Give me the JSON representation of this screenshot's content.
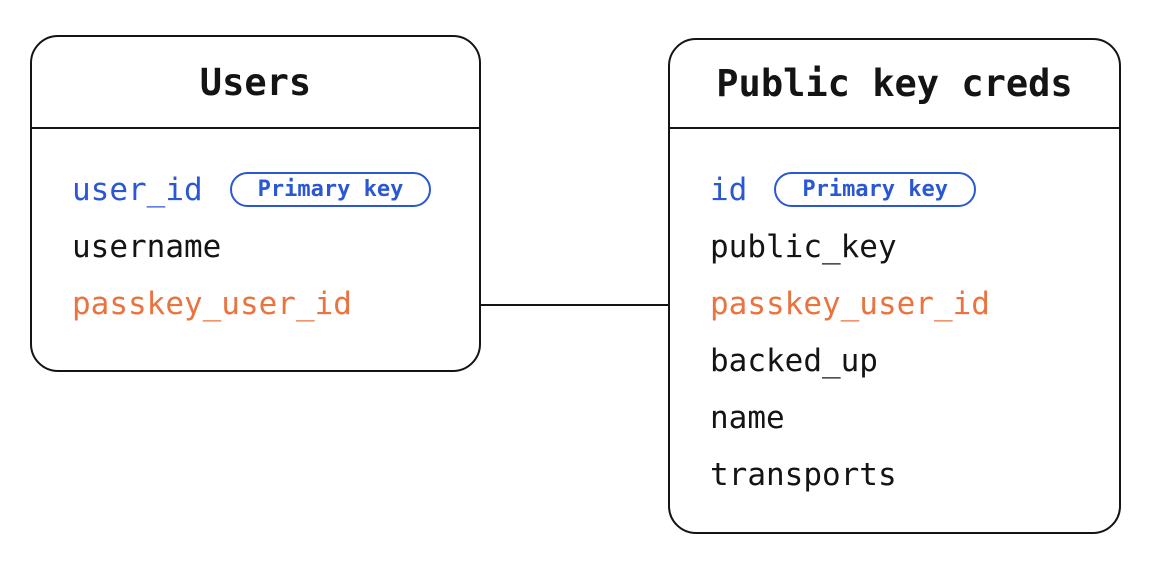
{
  "colors": {
    "background": "#ffffff",
    "line": "#141414",
    "text_default": "#141414",
    "primary_key_blue": "#2a58d4",
    "linked_field_orange": "#ea7340"
  },
  "tables": [
    {
      "title": "Users",
      "fields": [
        {
          "name": "user_id",
          "color": "#2a58d4",
          "badge": "Primary key"
        },
        {
          "name": "username",
          "color": "#141414",
          "badge": null
        },
        {
          "name": "passkey_user_id",
          "color": "#ea7340",
          "badge": null
        }
      ]
    },
    {
      "title": "Public key creds",
      "fields": [
        {
          "name": "id",
          "color": "#2a58d4",
          "badge": "Primary key"
        },
        {
          "name": "public_key",
          "color": "#141414",
          "badge": null
        },
        {
          "name": "passkey_user_id",
          "color": "#ea7340",
          "badge": null
        },
        {
          "name": "backed_up",
          "color": "#141414",
          "badge": null
        },
        {
          "name": "name",
          "color": "#141414",
          "badge": null
        },
        {
          "name": "transports",
          "color": "#141414",
          "badge": null
        }
      ]
    }
  ],
  "relationship": {
    "from_table": "Users",
    "from_field": "passkey_user_id",
    "to_table": "Public key creds",
    "to_field": "passkey_user_id"
  }
}
